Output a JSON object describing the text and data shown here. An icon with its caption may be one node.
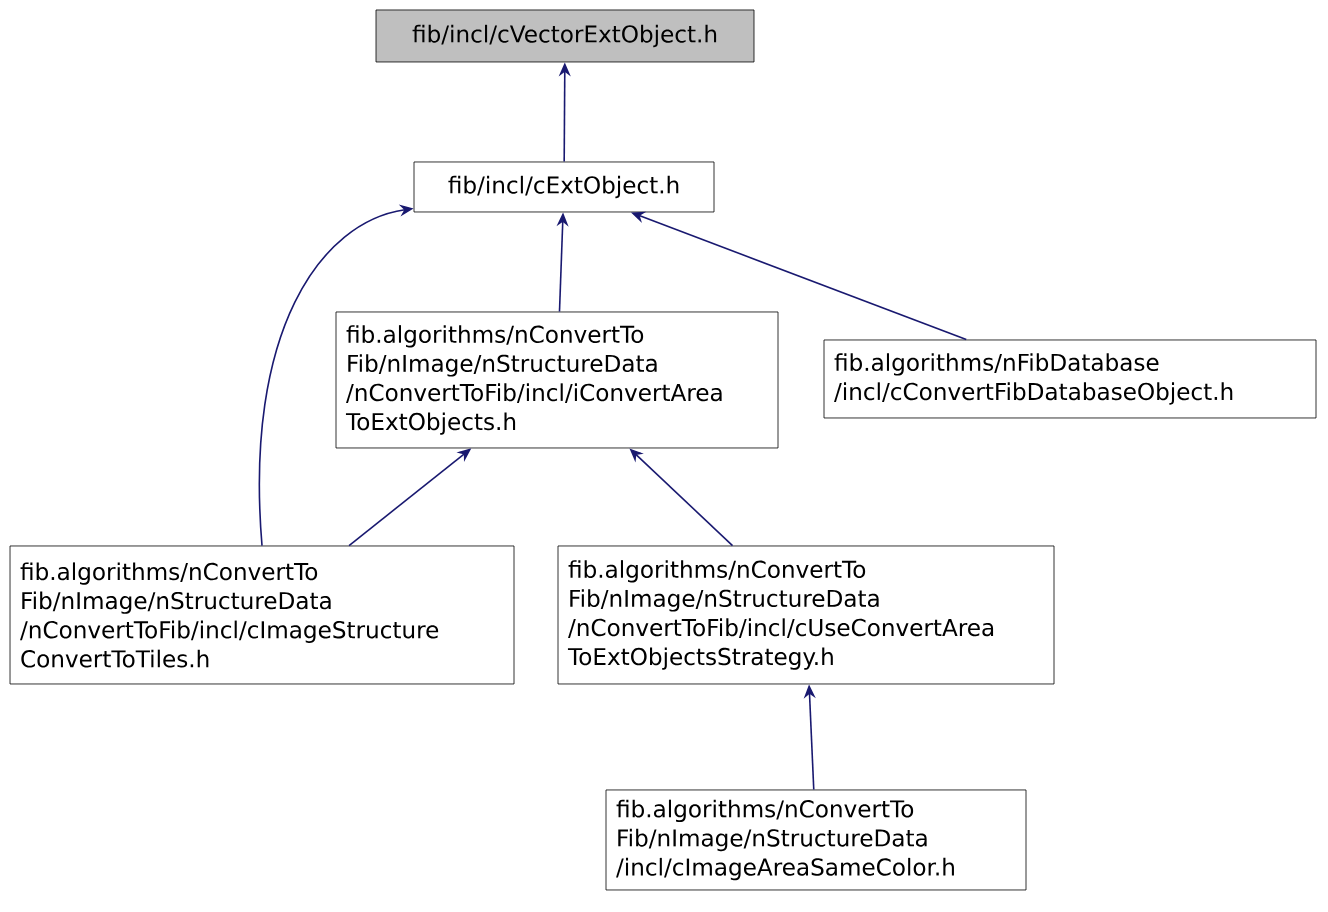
{
  "diagram": {
    "nodes": [
      {
        "text": [
          "fib/incl/cVectorExtObject.h"
        ]
      },
      {
        "text": [
          "fib/incl/cExtObject.h"
        ]
      },
      {
        "text": [
          "fib.algorithms/nConvertTo Fib/nImage/nStructureData /nConvertToFib/incl/iConvertArea ToExtObjects.h"
        ]
      },
      {
        "text": [
          "fib.algorithms/nFibDatabase /incl/cConvertFibDatabaseObject.h"
        ]
      },
      {
        "text": [
          "fib.algorithms/nConvertTo Fib/nImage/nStructureData /nConvertToFib/incl/cImageStructure ConvertToTiles.h"
        ]
      },
      {
        "text": [
          "fib.algorithms/nConvertTo Fib/nImage/nStructureData /nConvertToFib/incl/cUseConvertArea ToExtObjectsStrategy.h"
        ]
      },
      {
        "text": [
          "fib.algorithms/nConvertTo Fib/nImage/nStructureData /incl/cImageAreaSameColor.h"
        ]
      }
    ],
    "edges": [
      {
        "from": 1,
        "to": 0,
        "arrow": "to"
      },
      {
        "from": 2,
        "to": 1,
        "arrow": "to"
      },
      {
        "from": 3,
        "to": 1,
        "arrow": "to"
      },
      {
        "from": 4,
        "to": 1,
        "arrow": "to"
      },
      {
        "from": 4,
        "to": 2,
        "arrow": "to"
      },
      {
        "from": 5,
        "to": 2,
        "arrow": "to"
      },
      {
        "from": 6,
        "to": 5,
        "arrow": "to"
      }
    ]
  }
}
